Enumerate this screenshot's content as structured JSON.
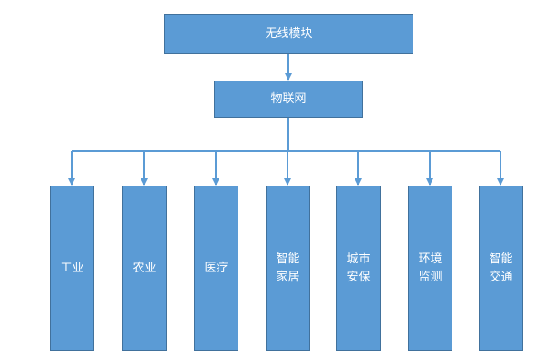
{
  "diagram": {
    "root": {
      "label": "无线模块"
    },
    "middle": {
      "label": "物联网"
    },
    "leaves": [
      {
        "label": "工业"
      },
      {
        "label": "农业"
      },
      {
        "label": "医疗"
      },
      {
        "label": "智能家居"
      },
      {
        "label": "城市安保"
      },
      {
        "label": "环境监测"
      },
      {
        "label": "智能交通"
      }
    ],
    "colors": {
      "node_fill": "#5b9bd5",
      "node_border": "#41719c",
      "connector": "#5b9bd5",
      "text": "#ffffff"
    }
  }
}
